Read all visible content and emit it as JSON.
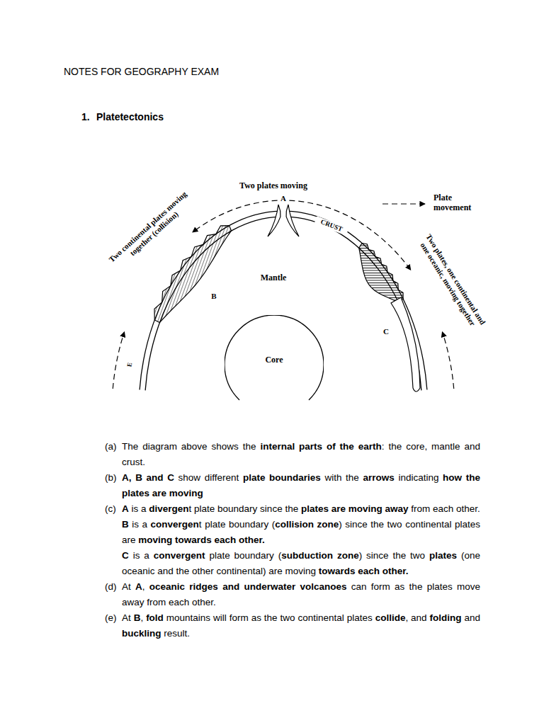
{
  "diagram": {
    "title": "NOTES FOR GEOGRAPHY EXAM",
    "nodes": [
      {
        "text": [
          "Core"
        ]
      }
    ],
    "labels": [
      "1.",
      "Platetectonics",
      "Two plates moving",
      "A",
      "CRUST",
      "Two continental plates moving together (collision)",
      "B",
      "Mantle",
      "E",
      "C",
      "Two plates, one continental and one oceanic, moving together",
      "(a)",
      "The diagram above shows the ",
      "internal parts of the earth",
      ": the core, mantle and crust.",
      "(b)",
      "A, B and C",
      " show different ",
      "plate boundaries",
      " with the ",
      "arrows",
      " indicating ",
      "how the plates are moving",
      "(c)",
      "A",
      " is a ",
      "divergen",
      "t plate boundary since the ",
      "plates are moving away",
      " from each other.",
      "B",
      " is a ",
      "convergen",
      "t plate boundary (",
      "collision zone",
      ") since the two continental plates are ",
      "moving towards each other.",
      "C",
      " is a ",
      "convergent",
      " plate boundary (",
      "subduction zone",
      ") since the two ",
      "plates",
      " (one oceanic and the other continental) are moving ",
      "towards each other.",
      "(d)",
      "At ",
      "A",
      ", ",
      "oceanic ridges and underwater volcanoes",
      " can form as the plates move away from each other.",
      "(e)",
      "At ",
      "B",
      ", ",
      "fold",
      " mountains will form as the two continental plates ",
      "collide",
      ", and ",
      "folding",
      " and ",
      "buckling",
      " result."
    ],
    "legend": [
      {
        "text": "Plate movement"
      }
    ]
  }
}
